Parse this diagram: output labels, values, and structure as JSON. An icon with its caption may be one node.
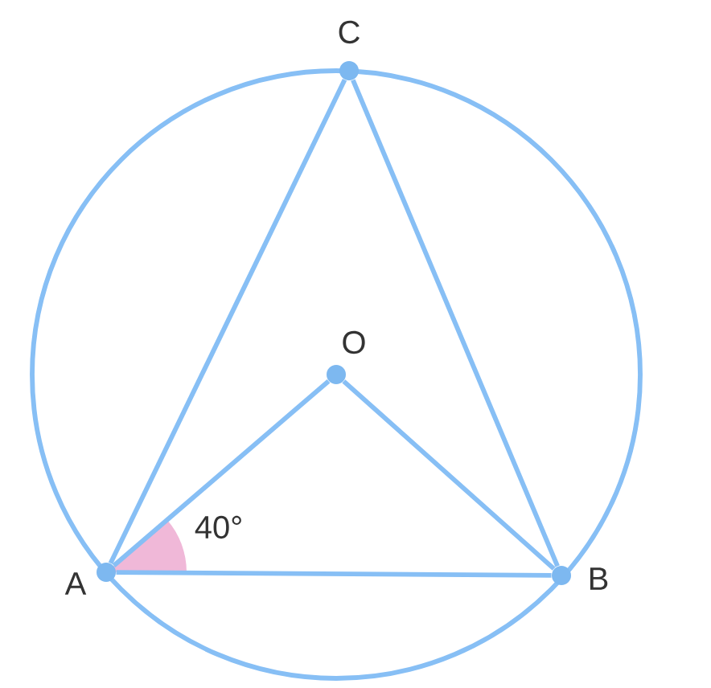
{
  "diagram": {
    "nodes": [
      {
        "text": [
          "C"
        ]
      },
      {
        "text": [
          "O"
        ]
      },
      {
        "text": [
          "A"
        ]
      },
      {
        "text": [
          "B"
        ]
      }
    ],
    "edges": [
      {
        "from": 2,
        "to": 0,
        "arrow": "none"
      },
      {
        "from": 0,
        "to": 3,
        "arrow": "none"
      },
      {
        "from": 2,
        "to": 3,
        "arrow": "none"
      },
      {
        "from": 2,
        "to": 1,
        "arrow": "none"
      },
      {
        "from": 1,
        "to": 3,
        "arrow": "none"
      }
    ],
    "labels": [
      "40°"
    ]
  }
}
